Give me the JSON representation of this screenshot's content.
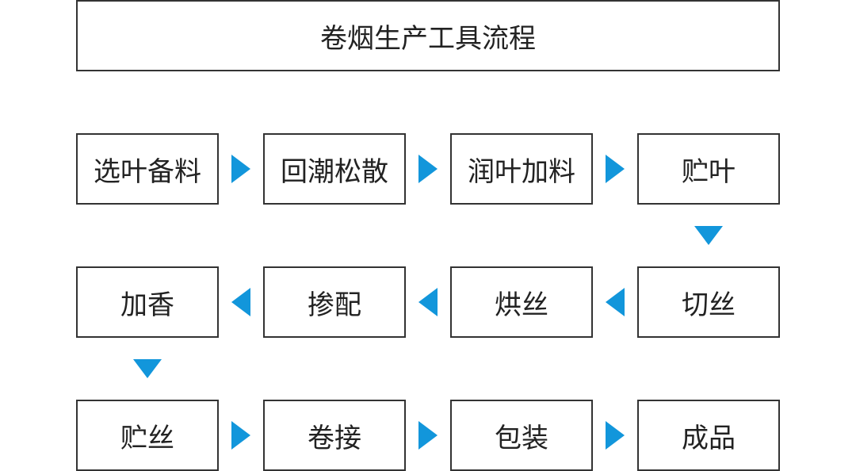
{
  "title": "卷烟生产工具流程",
  "colors": {
    "arrow": "#1296db",
    "border": "#333333",
    "text": "#222222"
  },
  "rows": [
    {
      "direction": "right",
      "steps": [
        "选叶备料",
        "回潮松散",
        "润叶加料",
        "贮叶"
      ]
    },
    {
      "direction": "left",
      "steps": [
        "加香",
        "掺配",
        "烘丝",
        "切丝"
      ]
    },
    {
      "direction": "right",
      "steps": [
        "贮丝",
        "卷接",
        "包装",
        "成品"
      ]
    }
  ],
  "icons": {
    "flow_right": "arrow-right-icon",
    "flow_left": "arrow-left-icon",
    "flow_down": "arrow-down-icon"
  }
}
